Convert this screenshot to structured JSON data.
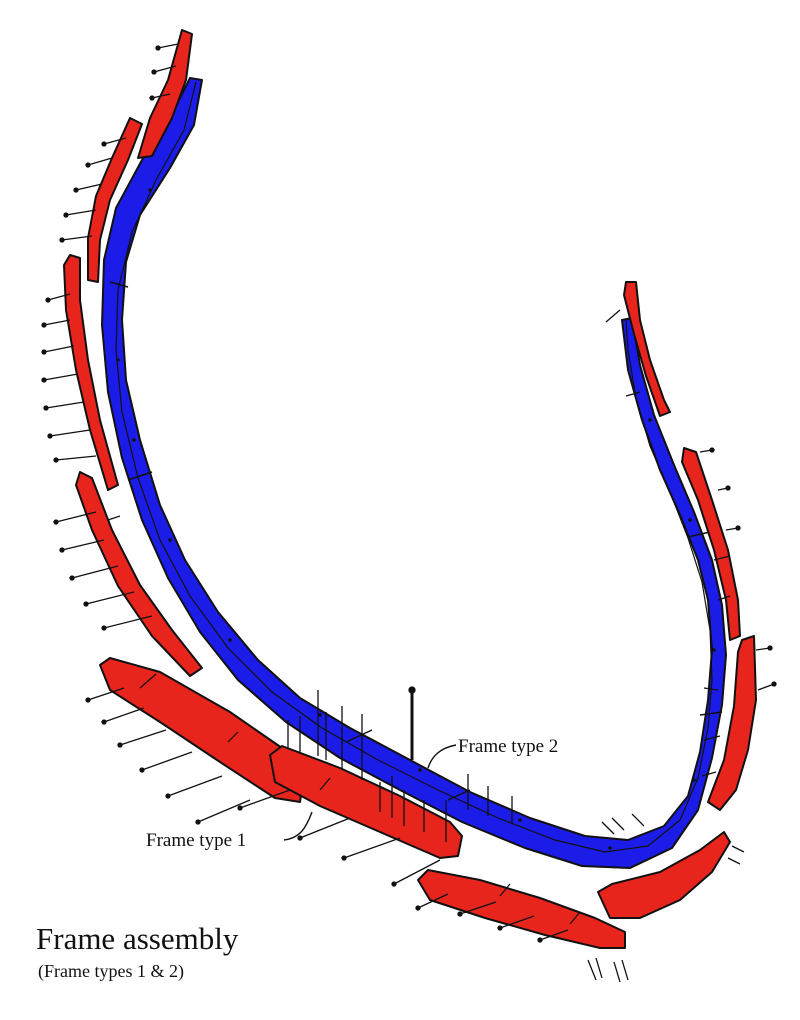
{
  "title": "Frame assembly",
  "subtitle": "(Frame types 1 & 2)",
  "callouts": {
    "type1": "Frame type 1",
    "type2": "Frame type 2"
  },
  "colors": {
    "frame_type_1": "#e8251c",
    "frame_type_2": "#1c1ce8",
    "outline": "#111111",
    "background": "#ffffff"
  }
}
